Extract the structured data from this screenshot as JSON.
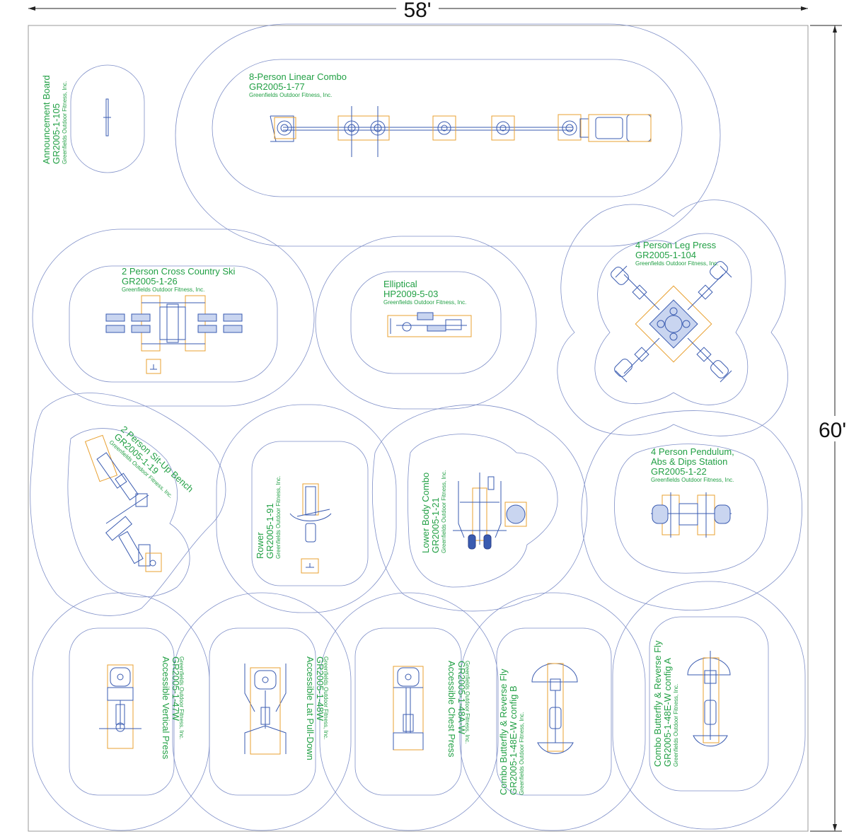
{
  "dimensions": {
    "width_label": "58'",
    "height_label": "60'"
  },
  "manufacturer": "Greenfields Outdoor Fitness, Inc.",
  "equipment": [
    {
      "id": "announcement",
      "name": "Announcement Board",
      "code": "GR2005-1-105"
    },
    {
      "id": "linear",
      "name": "8-Person Linear Combo",
      "code": "GR2005-1-77"
    },
    {
      "id": "ski",
      "name": "2 Person Cross Country Ski",
      "code": "GR2005-1-26"
    },
    {
      "id": "elliptical",
      "name": "Elliptical",
      "code": "HP2009-5-03"
    },
    {
      "id": "legpress",
      "name": "4 Person Leg Press",
      "code": "GR2005-1-104"
    },
    {
      "id": "situp",
      "name": "2 Person Sit-Up Bench",
      "code": "GR2005-1-19"
    },
    {
      "id": "rower",
      "name": "Rower",
      "code": "GR2005-1-91"
    },
    {
      "id": "lowerbody",
      "name": "Lower Body Combo",
      "code": "GR2005-1-21"
    },
    {
      "id": "pendulum",
      "name": "4 Person Pendulum,",
      "name2": "Abs & Dips Station",
      "code": "GR2005-1-22"
    },
    {
      "id": "vertpress",
      "name": "Accessible Vertical Press",
      "code": "GR2005-1-47W"
    },
    {
      "id": "latpull",
      "name": "Accessible Lat Pull-Down",
      "code": "GR2005-1-48W"
    },
    {
      "id": "chest",
      "name": "Accessible Chest Press",
      "code": "GR2005-1-48A-W"
    },
    {
      "id": "butterflyB",
      "name": "Combo Butterfly & Reverse Fly",
      "code": "GR2005-1-48E-W config B"
    },
    {
      "id": "butterflyA",
      "name": "Combo Butterfly & Reverse Fly",
      "code": "GR2005-1-48E-W config A"
    }
  ],
  "colors": {
    "label": "#22a045",
    "equipment": "#3a5bb0",
    "zone": "#7f8fc8",
    "footing": "#e8a030"
  }
}
